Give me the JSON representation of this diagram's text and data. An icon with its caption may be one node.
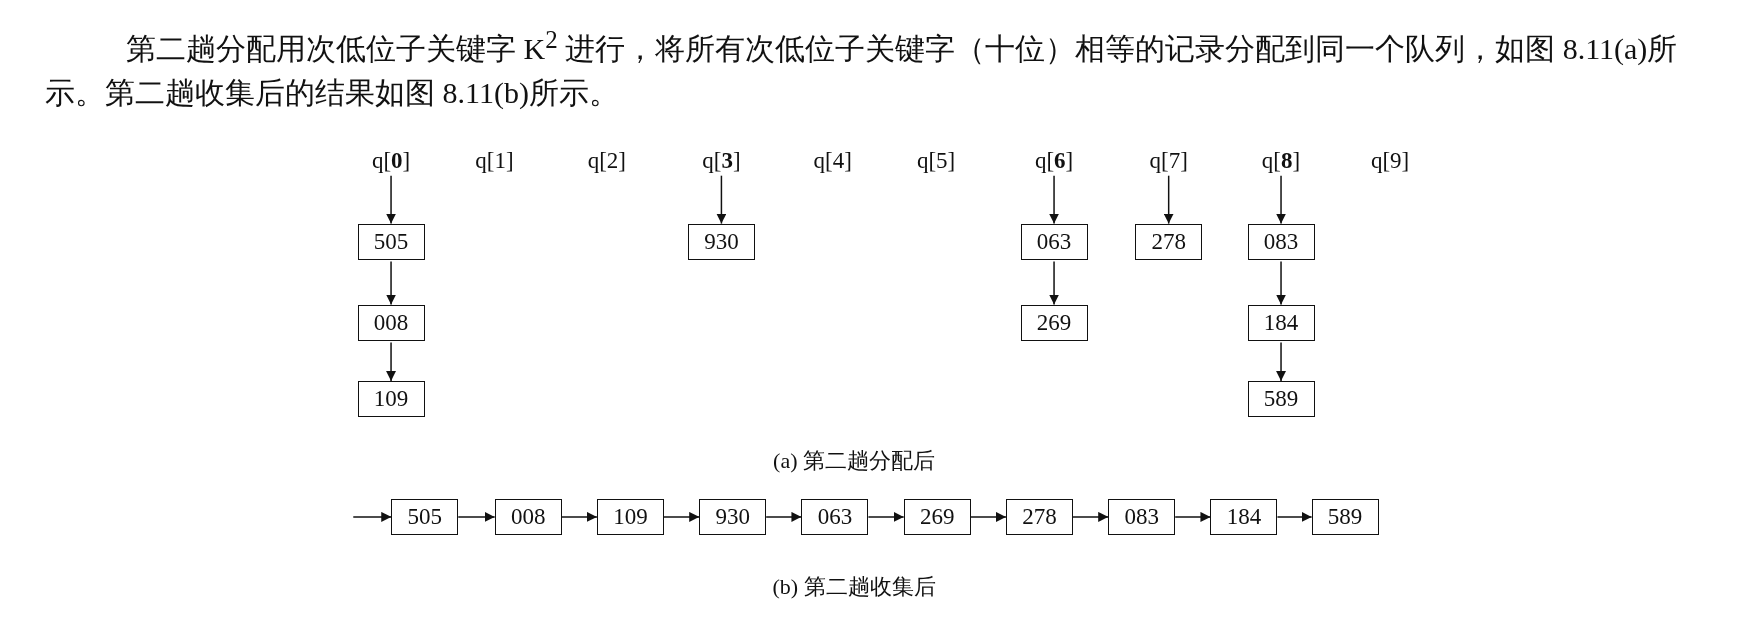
{
  "diagram": {
    "nodes": [
      {
        "text": [
          "q[**0**]"
        ]
      },
      {
        "text": [
          "q[1]"
        ]
      },
      {
        "text": [
          "q[2]"
        ]
      },
      {
        "text": [
          "q[**3**]"
        ]
      },
      {
        "text": [
          "q[4]"
        ]
      },
      {
        "text": [
          "q[5]"
        ]
      },
      {
        "text": [
          "q[**6**]"
        ]
      },
      {
        "text": [
          "q[7]"
        ]
      },
      {
        "text": [
          "q[**8**]"
        ]
      },
      {
        "text": [
          "q[9]"
        ]
      },
      {
        "text": [
          "505"
        ]
      },
      {
        "text": [
          "008"
        ]
      },
      {
        "text": [
          "109"
        ]
      },
      {
        "text": [
          "930"
        ]
      },
      {
        "text": [
          "063"
        ]
      },
      {
        "text": [
          "269"
        ]
      },
      {
        "text": [
          "278"
        ]
      },
      {
        "text": [
          "083"
        ]
      },
      {
        "text": [
          "184"
        ]
      },
      {
        "text": [
          "589"
        ]
      },
      {
        "text": [
          "505"
        ]
      },
      {
        "text": [
          "008"
        ]
      },
      {
        "text": [
          "109"
        ]
      },
      {
        "text": [
          "930"
        ]
      },
      {
        "text": [
          "063"
        ]
      },
      {
        "text": [
          "269"
        ]
      },
      {
        "text": [
          "278"
        ]
      },
      {
        "text": [
          "083"
        ]
      },
      {
        "text": [
          "184"
        ]
      },
      {
        "text": [
          "589"
        ]
      }
    ],
    "edges": [
      {
        "from": 0,
        "to": 10,
        "arrow": "to"
      },
      {
        "from": 10,
        "to": 11,
        "arrow": "to"
      },
      {
        "from": 11,
        "to": 12,
        "arrow": "to"
      },
      {
        "from": 3,
        "to": 13,
        "arrow": "to"
      },
      {
        "from": 6,
        "to": 14,
        "arrow": "to"
      },
      {
        "from": 14,
        "to": 15,
        "arrow": "to"
      },
      {
        "from": 7,
        "to": 16,
        "arrow": "to"
      },
      {
        "from": 8,
        "to": 17,
        "arrow": "to"
      },
      {
        "from": 17,
        "to": 18,
        "arrow": "to"
      },
      {
        "from": 18,
        "to": 19,
        "arrow": "to"
      },
      {
        "from": null,
        "to": 20,
        "arrow": "to"
      },
      {
        "from": 20,
        "to": 21,
        "arrow": "to"
      },
      {
        "from": 21,
        "to": 22,
        "arrow": "to"
      },
      {
        "from": 22,
        "to": 23,
        "arrow": "to"
      },
      {
        "from": 23,
        "to": 24,
        "arrow": "to"
      },
      {
        "from": 24,
        "to": 25,
        "arrow": "to"
      },
      {
        "from": 25,
        "to": 26,
        "arrow": "to"
      },
      {
        "from": 26,
        "to": 27,
        "arrow": "to"
      },
      {
        "from": 27,
        "to": 28,
        "arrow": "to"
      },
      {
        "from": 28,
        "to": 29,
        "arrow": "to"
      }
    ],
    "labels": [
      "第二趟分配用次低位子关键字 K$^{2}$ 进行，将所有次低位子关键字（十位）相等的记录分配到同一个队列，如图 8.11(a)所示。第二趟收集后的结果如图 8.11(b)所示。",
      "(a) 第二趟分配后",
      "(b) 第二趟收集后"
    ]
  }
}
